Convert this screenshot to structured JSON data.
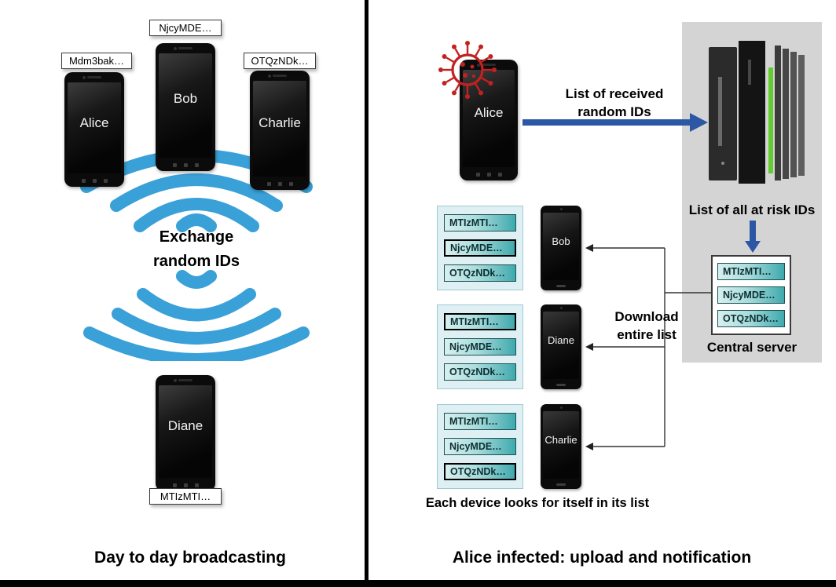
{
  "left": {
    "title": "Day to day broadcasting",
    "exchange": {
      "line1": "Exchange",
      "line2": "random IDs"
    },
    "phones": {
      "alice": {
        "name": "Alice",
        "id": "Mdm3bak…"
      },
      "bob": {
        "name": "Bob",
        "id": "NjcyMDE…"
      },
      "charlie": {
        "name": "Charlie",
        "id": "OTQzNDk…"
      },
      "diane": {
        "name": "Diane",
        "id": "MTIzMTI…"
      }
    }
  },
  "right": {
    "title": "Alice infected: upload and notification",
    "alice_name": "Alice",
    "upload": {
      "line1": "List of received",
      "line2": "random IDs"
    },
    "at_risk_label": "List of all at risk IDs",
    "central_server_label": "Central server",
    "server_list": [
      "MTIzMTI…",
      "NjcyMDE…",
      "OTQzNDk…"
    ],
    "download": {
      "line1": "Download",
      "line2": "entire list"
    },
    "footnote": "Each device looks for itself in its list",
    "devices": [
      {
        "name": "Bob",
        "list": [
          "MTIzMTI…",
          "NjcyMDE…",
          "OTQzNDk…"
        ],
        "highlight_index": 1
      },
      {
        "name": "Diane",
        "list": [
          "MTIzMTI…",
          "NjcyMDE…",
          "OTQzNDk…"
        ],
        "highlight_index": 0
      },
      {
        "name": "Charlie",
        "list": [
          "MTIzMTI…",
          "NjcyMDE…",
          "OTQzNDk…"
        ],
        "highlight_index": 2
      }
    ]
  },
  "colors": {
    "broadcast_arc_blue": "#3AA0D8",
    "arrow_blue": "#2B57A5",
    "virus_red": "#C32020",
    "server_led_green": "#63CC2F",
    "server_panel_gray": "#D4D4D4",
    "chip_teal": "#3FA9AD"
  }
}
